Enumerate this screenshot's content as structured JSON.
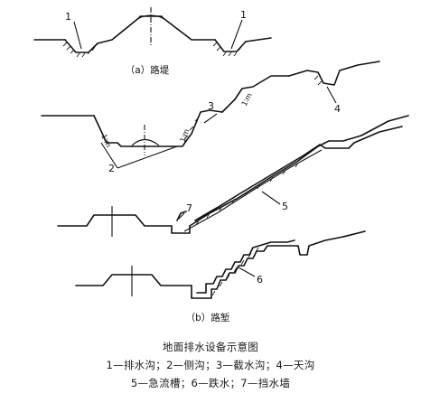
{
  "figure": {
    "title": "地面排水设备示意图",
    "legend_line1": "1—排水沟；2—侧沟；3—截水沟；4—天沟",
    "legend_line2": "5—急流槽；6—跌水；7—挡水墙"
  },
  "panel_a": {
    "caption": "（a）路堤"
  },
  "panel_b": {
    "caption": "（b）路堑"
  },
  "labels": {
    "ditch_1": "1",
    "side_ditch_2": "2",
    "intercept_ditch_3": "3",
    "gutter_4": "4",
    "chute_5": "5",
    "drop_6": "6",
    "retaining_wall_7": "7",
    "slope_ratio": "1∶m"
  }
}
